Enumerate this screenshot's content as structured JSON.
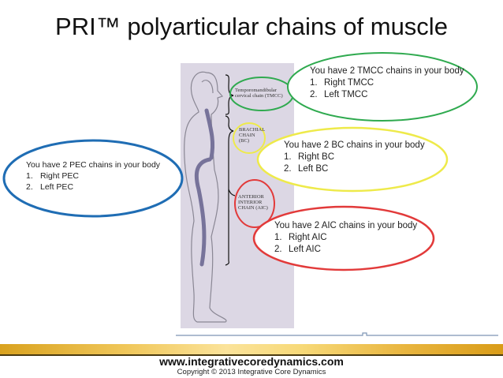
{
  "slide": {
    "title": "PRI™ polyarticular chains of muscle",
    "figure_labels": {
      "tmcc": "Temporomandibular cervical chain (TMCC)",
      "bc": "BRACHIAL CHAIN (BC)",
      "aic": "ANTERIOR INTERIOR CHAIN (AIC)"
    },
    "callouts": [
      {
        "id": "pec",
        "heading": "You have 2 PEC chains in your body",
        "items": [
          "Right PEC",
          "Left PEC"
        ],
        "color": "#1f6db4"
      },
      {
        "id": "tmcc",
        "heading": "You have 2 TMCC chains in your body",
        "items": [
          "Right TMCC",
          "Left TMCC"
        ],
        "color": "#2faa4f"
      },
      {
        "id": "bc",
        "heading": "You have 2 BC chains in your body",
        "items": [
          "Right BC",
          "Left BC"
        ],
        "color": "#eeea4a"
      },
      {
        "id": "aic",
        "heading": "You have 2 AIC chains in your body",
        "items": [
          "Right AIC",
          "Left AIC"
        ],
        "color": "#e23a3a"
      }
    ],
    "numbers": [
      "1.",
      "2."
    ]
  },
  "footer": {
    "url": "www.integrativecoredynamics.com",
    "copyright": "Copyright © 2013 Integrative Core Dynamics"
  }
}
